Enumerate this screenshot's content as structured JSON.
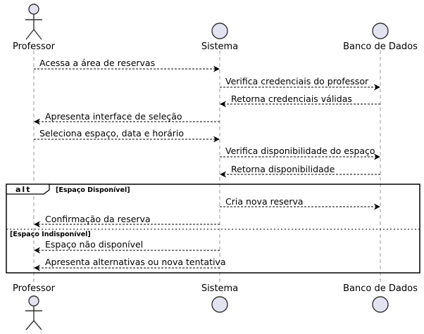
{
  "participants": [
    {
      "id": "professor",
      "name": "Professor",
      "kind": "actor"
    },
    {
      "id": "sistema",
      "name": "Sistema",
      "kind": "entity"
    },
    {
      "id": "banco",
      "name": "Banco de Dados",
      "kind": "entity"
    }
  ],
  "messages": [
    {
      "text": "Acessa a área de reservas",
      "from": "professor",
      "to": "sistema"
    },
    {
      "text": "Verifica credenciais do professor",
      "from": "sistema",
      "to": "banco"
    },
    {
      "text": "Retorna credenciais válidas",
      "from": "banco",
      "to": "sistema"
    },
    {
      "text": "Apresenta interface de seleção",
      "from": "sistema",
      "to": "professor"
    },
    {
      "text": "Seleciona espaço, data e horário",
      "from": "professor",
      "to": "sistema"
    },
    {
      "text": "Verifica disponibilidade do espaço",
      "from": "sistema",
      "to": "banco"
    },
    {
      "text": "Retorna disponibilidade",
      "from": "banco",
      "to": "sistema"
    },
    {
      "text": "Cria nova reserva",
      "from": "sistema",
      "to": "banco"
    },
    {
      "text": "Confirmação da reserva",
      "from": "sistema",
      "to": "professor"
    },
    {
      "text": "Espaço não disponível",
      "from": "sistema",
      "to": "professor"
    },
    {
      "text": "Apresenta alternativas ou nova tentativa",
      "from": "sistema",
      "to": "professor"
    }
  ],
  "fragment": {
    "operator": "alt",
    "guard_1": "[Espaço Disponível]",
    "guard_2": "[Espaço Indisponível]"
  }
}
